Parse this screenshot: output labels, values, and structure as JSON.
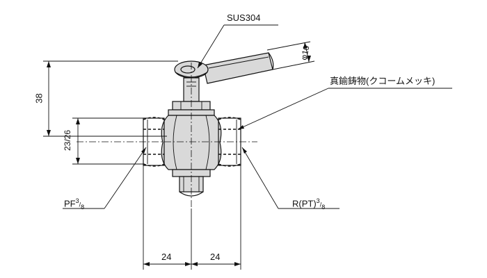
{
  "labels": {
    "material_handle": "SUS304",
    "material_body": "真鍮鋳物(クコームメッキ)",
    "thread_left": "PF",
    "thread_left_num": "3",
    "thread_left_den": "8",
    "thread_right": "R(PT)",
    "thread_right_num": "3",
    "thread_right_den": "8"
  },
  "dimensions": {
    "height": "38",
    "handle_dia": "φ10",
    "pipe_od": "23/26",
    "left_length": "24",
    "right_length": "24"
  }
}
